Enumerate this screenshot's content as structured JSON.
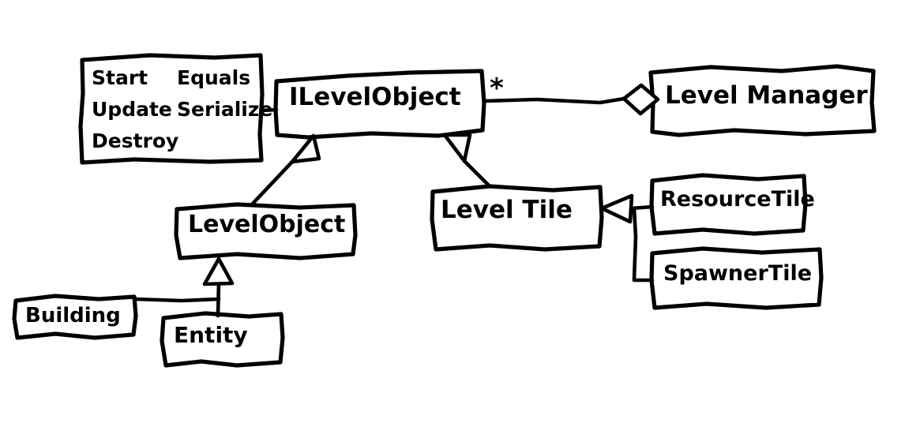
{
  "diagram": {
    "kind": "uml-class-diagram",
    "style": "hand-drawn-whiteboard-sketch",
    "background_color": "#ffffff",
    "stroke_color": "#000000"
  },
  "nodes": {
    "methods_note": {
      "name": "methods-note",
      "methods": [
        "Start",
        "Equals",
        "Update",
        "Serialize",
        "Destroy"
      ],
      "rows": [
        [
          "Start",
          "Equals"
        ],
        [
          "Update",
          "Serialize"
        ],
        [
          "Destroy",
          ""
        ]
      ]
    },
    "ilevelobject": {
      "name": "ILevelObject",
      "label": "ILevelObject"
    },
    "levelmanager": {
      "name": "LevelManager",
      "label": "Level Manager"
    },
    "levelobject": {
      "name": "LevelObject",
      "label": "LevelObject"
    },
    "leveltile": {
      "name": "LevelTile",
      "label": "Level Tile"
    },
    "resourcetile": {
      "name": "ResourceTile",
      "label": "ResourceTile"
    },
    "spawnertile": {
      "name": "SpawnerTile",
      "label": "SpawnerTile"
    },
    "building": {
      "name": "Building",
      "label": "Building"
    },
    "entity": {
      "name": "Entity",
      "label": "Entity"
    }
  },
  "edges": {
    "methods_to_ilevelobject": {
      "type": "note-link",
      "from": "methods-note",
      "to": "ILevelObject"
    },
    "ilevelobject_to_levelmanager": {
      "type": "aggregation",
      "from": "ILevelObject",
      "to": "LevelManager",
      "multiplicity_label": "*",
      "diamond_end": "LevelManager"
    },
    "levelobject_to_ilevelobject": {
      "type": "generalization",
      "from": "LevelObject",
      "to": "ILevelObject"
    },
    "leveltile_to_ilevelobject": {
      "type": "generalization",
      "from": "LevelTile",
      "to": "ILevelObject"
    },
    "resourcetile_to_leveltile": {
      "type": "generalization",
      "from": "ResourceTile",
      "to": "LevelTile"
    },
    "spawnertile_to_leveltile": {
      "type": "generalization",
      "from": "SpawnerTile",
      "to": "LevelTile"
    },
    "building_to_levelobject": {
      "type": "generalization",
      "from": "Building",
      "to": "LevelObject"
    },
    "entity_to_levelobject": {
      "type": "generalization",
      "from": "Entity",
      "to": "LevelObject"
    }
  }
}
